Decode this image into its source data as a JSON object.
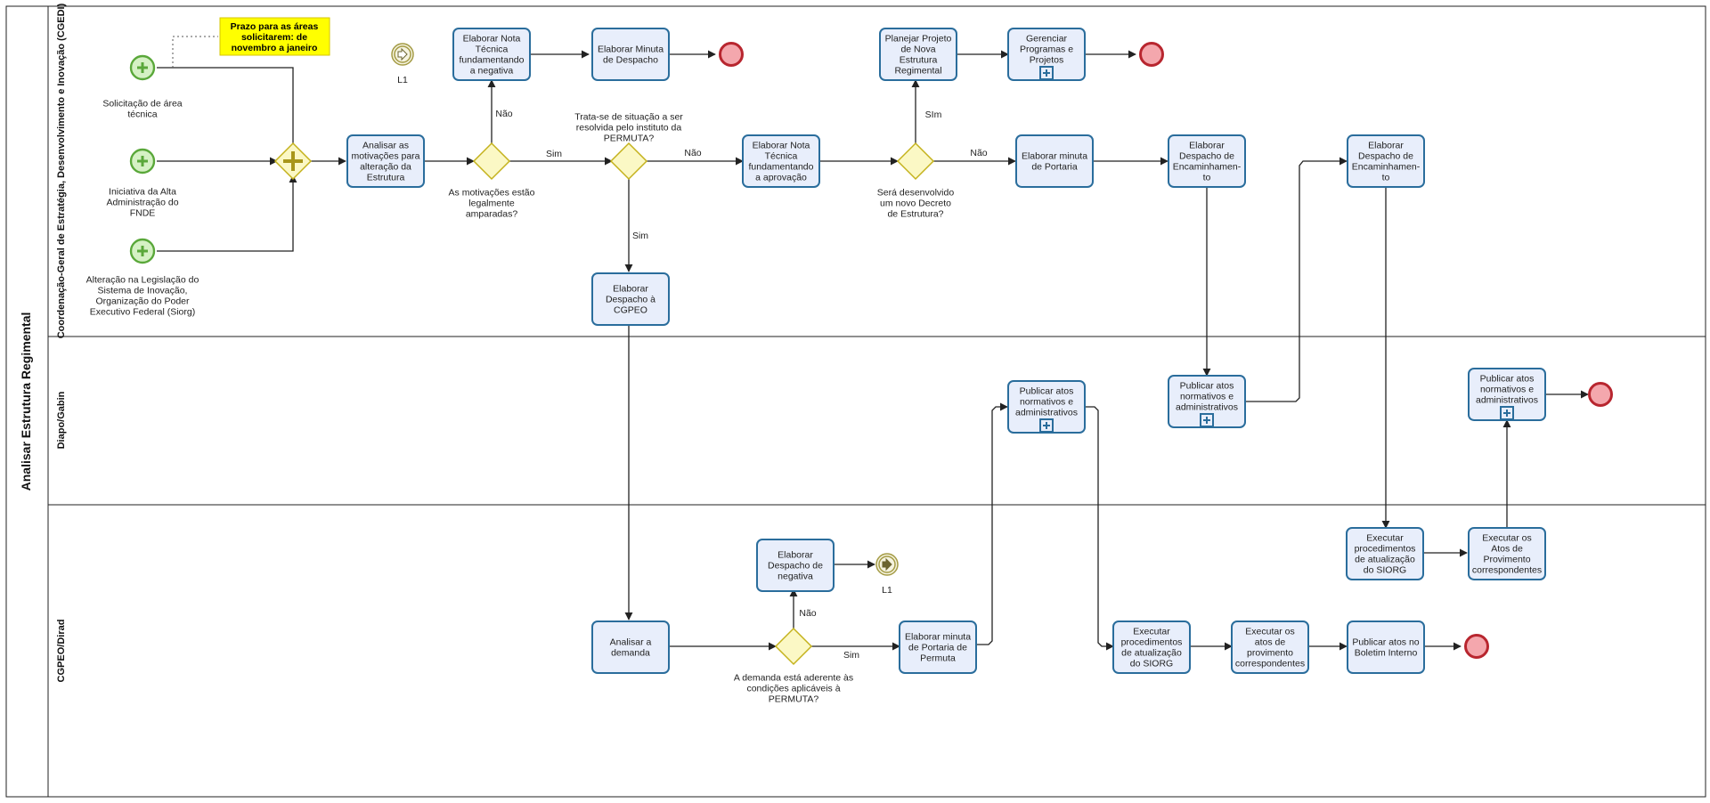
{
  "pool": {
    "title": "Analisar Estrutura Regimental"
  },
  "lanes": [
    "Coordenação-Geral de Estratégia, Desenvolvimento e Inovação (CGEDI)",
    "Diapo/Gabin",
    "CGPEO/Dirad"
  ],
  "note": [
    "Prazo para as áreas",
    "solicitarem: de",
    "novembro a janeiro"
  ],
  "starts": [
    [
      "Solicitação de área",
      "técnica"
    ],
    [
      "Iniciativa da Alta",
      "Administração do",
      "FNDE"
    ],
    [
      "Alteração na Legislação do",
      "Sistema de Inovação,",
      "Organização do Poder",
      "Executivo Federal (Siorg)"
    ]
  ],
  "tasks": {
    "analisar_motivacoes": [
      "Analisar as",
      "motivações para",
      "alteração da",
      "Estrutura"
    ],
    "nota_negativa": [
      "Elaborar Nota",
      "Técnica",
      "fundamentando",
      "a negativa"
    ],
    "minuta_despacho": [
      "Elaborar Minuta",
      "de Despacho"
    ],
    "nota_aprovacao": [
      "Elaborar Nota",
      "Técnica",
      "fundamentando",
      "a aprovação"
    ],
    "despacho_cgpeo": [
      "Elaborar",
      "Despacho à",
      "CGPEO"
    ],
    "planejar_projeto": [
      "Planejar Projeto",
      "de Nova",
      "Estrutura",
      "Regimental"
    ],
    "gerenciar_programas": [
      "Gerenciar",
      "Programas e",
      "Projetos"
    ],
    "minuta_portaria": [
      "Elaborar minuta",
      "de Portaria"
    ],
    "despacho_encaminhamento_1": [
      "Elaborar",
      "Despacho de",
      "Encaminhamen-",
      "to"
    ],
    "despacho_encaminhamento_2": [
      "Elaborar",
      "Despacho de",
      "Encaminhamen-",
      "to"
    ],
    "publicar_atos_1": [
      "Publicar atos",
      "normativos e",
      "administrativos"
    ],
    "publicar_atos_2": [
      "Publicar atos",
      "normativos e",
      "administrativos"
    ],
    "publicar_atos_3": [
      "Publicar atos",
      "normativos e",
      "administrativos"
    ],
    "analisar_demanda": [
      "Analisar a",
      "demanda"
    ],
    "despacho_negativa": [
      "Elaborar",
      "Despacho de",
      "negativa"
    ],
    "minuta_portaria_permuta": [
      "Elaborar minuta",
      "de Portaria de",
      "Permuta"
    ],
    "executar_siorg_1": [
      "Executar",
      "procedimentos",
      "de atualização",
      "do SIORG"
    ],
    "executar_provimento_1": [
      "Executar os",
      "atos de",
      "provimento",
      "correspondentes"
    ],
    "publicar_boletim": [
      "Publicar atos no",
      "Boletim Interno"
    ],
    "executar_siorg_2": [
      "Executar",
      "procedimentos",
      "de atualização",
      "do SIORG"
    ],
    "executar_provimento_2": [
      "Executar os",
      "Atos de",
      "Provimento",
      "correspondentes"
    ]
  },
  "gateways": {
    "motivacoes": [
      "As motivações estão",
      "legalmente",
      "amparadas?"
    ],
    "permuta": [
      "Trata-se de situação a ser",
      "resolvida pelo instituto da",
      "PERMUTA?"
    ],
    "novo_decreto": [
      "Será desenvolvido",
      "um novo Decreto",
      "de Estrutura?"
    ],
    "aderente": [
      "A demanda está aderente às",
      "condições aplicáveis à",
      "PERMUTA?"
    ]
  },
  "link_label": "L1",
  "flow_labels": {
    "sim": "Sim",
    "nao": "Não",
    "sim_planejar": "SIm"
  }
}
